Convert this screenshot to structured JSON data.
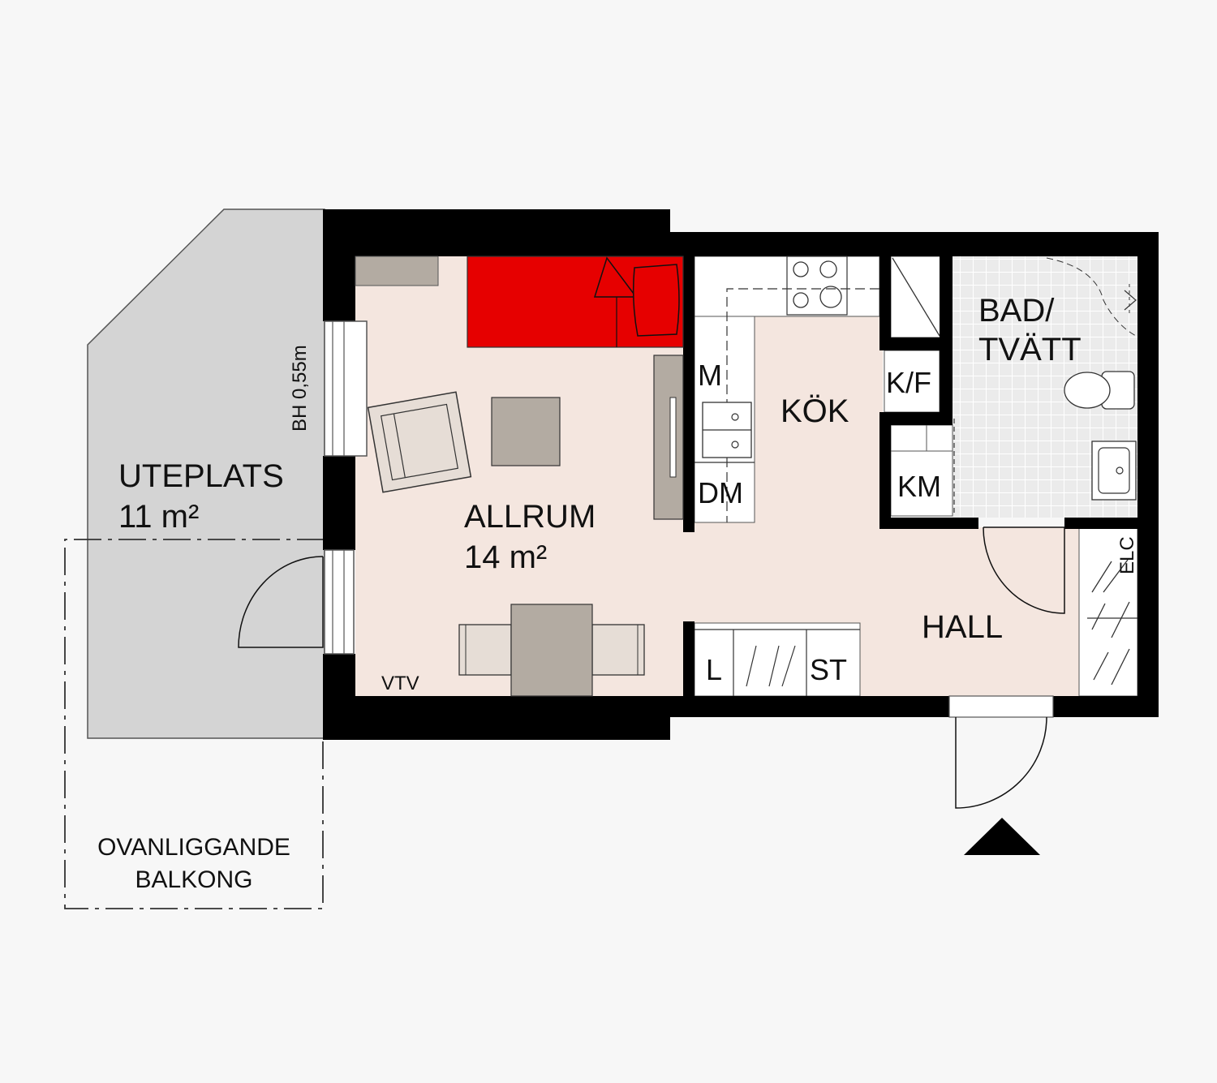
{
  "rooms": {
    "allrum": {
      "name": "ALLRUM",
      "area": "14 m²"
    },
    "kok": {
      "name": "KÖK"
    },
    "bad": {
      "line1": "BAD/",
      "line2": "TVÄTT"
    },
    "hall": {
      "name": "HALL"
    },
    "uteplats": {
      "name": "UTEPLATS",
      "area": "11 m²"
    }
  },
  "fixtures": {
    "m": "M",
    "dm": "DM",
    "kf": "K/F",
    "km": "KM",
    "l": "L",
    "st": "ST",
    "elc": "ELC",
    "vtv": "VTV"
  },
  "notes": {
    "bh": "BH 0,55m",
    "balkong_line1": "OVANLIGGANDE",
    "balkong_line2": "BALKONG"
  },
  "colors": {
    "wall": "#000000",
    "floor": "#f4e6df",
    "terrace": "#d4d4d4",
    "bed": "#e60000",
    "furniture": "#b3aba2",
    "tile": "#ebebeb"
  }
}
